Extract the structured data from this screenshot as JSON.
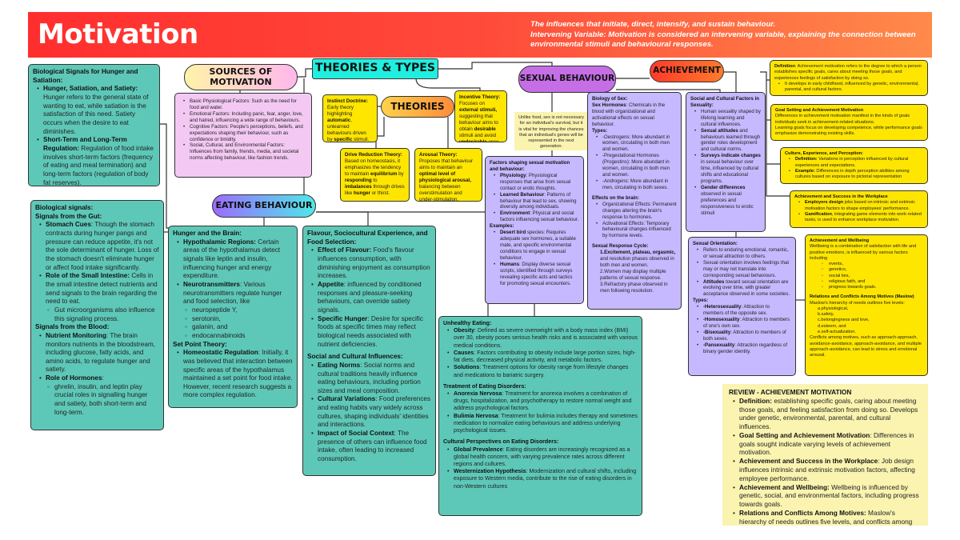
{
  "header": {
    "title": "Motivation",
    "line1": "The influences that initiate, direct, intensify, and sustain behaviour.",
    "line2": "Intervening Variable: Motivation is considered an intervening variable, explaining the connection between environmental stimuli and behavioural responses."
  },
  "pills": {
    "sources": "SOURCES OF MOTIVATION",
    "theories_types": "THEORIES & TYPES",
    "theories": "THEORIES",
    "eating": "EATING BEHAVIOUR",
    "sexual": "SEXUAL BEHAVIOUR",
    "achievement": "ACHIEVEMENT"
  },
  "boxes": {
    "bio_hunger": [
      {
        "k": "h",
        "t": "Biological Signals for Hunger and Satiation:"
      },
      {
        "k": "li",
        "b": "Hunger, Satiation, and Satiety:",
        "t": " Hunger refers to the general state of wanting to eat, while satiation is the satisfaction of this need. Satiety occurs when the desire to eat diminishes."
      },
      {
        "k": "li",
        "b": "Short-Term and Long-Term Regulation:",
        "t": " Regulation of food intake involves short-term factors (frequency of eating and meal termination) and long-term factors (regulation of body fat reserves)."
      }
    ],
    "bio_signals": [
      {
        "k": "h",
        "t": "Biological signals:"
      },
      {
        "k": "h",
        "t": "Signals from the Gut:"
      },
      {
        "k": "li",
        "b": "Stomach Cues",
        "t": ": Though the stomach contracts during hunger pangs and pressure can reduce appetite, it's not the sole determinant of hunger. Loss of the stomach doesn't eliminate hunger or affect food intake significantly."
      },
      {
        "k": "li",
        "b": "Role of the Small Intestine:",
        "t": " Cells in the small intestine detect nutrients and send signals to the brain regarding the need to eat."
      },
      {
        "k": "sub",
        "t": "Gut microorganisms also influence this signaling process."
      },
      {
        "k": "h",
        "t": "Signals from the Blood:"
      },
      {
        "k": "li",
        "b": "Nutrient Monitoring",
        "t": ": The brain monitors nutrients in the bloodstream, including glucose, fatty acids, and amino acids, to regulate hunger and satiety."
      },
      {
        "k": "li",
        "b": "Role of Hormones",
        "t": ":"
      },
      {
        "k": "sub",
        "t": "ghrelin, insulin, and leptin play crucial roles in signalling hunger and satiety, both short-term and long-term."
      }
    ],
    "sources": [
      {
        "k": "li",
        "t": "Basic Physiological Factors: Such as the need for food and water."
      },
      {
        "k": "li",
        "t": "Emotional Factors: Including panic, fear, anger, love, and hatred, influencing a wide range of behaviours."
      },
      {
        "k": "li",
        "t": "Cognitive Factors: People's perceptions, beliefs, and expectations shaping their behaviour, such as confidence or timidity."
      },
      {
        "k": "li",
        "t": "Social, Cultural, and Environmental Factors: Influences from family, friends, media, and societal norms affecting behaviour, like fashion trends."
      }
    ],
    "instinct": [
      {
        "k": "h",
        "t": "Instinct Doctrine:"
      },
      {
        "k": "p",
        "t": "Early theory highlighting "
      },
      {
        "k": "p",
        "b": "automatic",
        "t": ", unlearned behaviours driven by "
      },
      {
        "k": "p",
        "b": "specific",
        "t": " stimuli."
      }
    ],
    "incentive": [
      {
        "k": "h",
        "t": "Incentive Theory:"
      },
      {
        "k": "p",
        "t": "Focuses on "
      },
      {
        "k": "p",
        "b": "external stimuli,",
        "t": " suggesting that behaviour aims to obtain "
      },
      {
        "k": "p",
        "b": "desirable",
        "t": " stimuli and avoid "
      },
      {
        "k": "p",
        "b": "undesirable",
        "t": " ones."
      }
    ],
    "drive": [
      {
        "k": "h",
        "t": "Drive Reduction Theory:"
      },
      {
        "k": "p",
        "t": "Based on homeostasis, it emphasizes the tendency to maintain "
      },
      {
        "k": "p",
        "b": "equilibrium",
        "t": " by "
      },
      {
        "k": "p",
        "b": "responding",
        "t": " to "
      },
      {
        "k": "p",
        "b": "imbalances",
        "t": " through drives like "
      },
      {
        "k": "p",
        "b": "hunger",
        "t": " or thirst."
      }
    ],
    "arousal": [
      {
        "k": "h",
        "t": "Arousal Theory:"
      },
      {
        "k": "p",
        "t": "Proposes that behaviour aims to maintain an "
      },
      {
        "k": "p",
        "b": "optimal level of physiological arousal,",
        "t": " balancing between overstimulation and under-stimulation."
      }
    ],
    "note": [
      {
        "k": "p",
        "t": "Unlike food, sex is not necessary for an individual's survival, but it is vital for improving the chances that an individual's genes will be represented in the next generation."
      }
    ],
    "factors_sex": [
      {
        "k": "h",
        "t": "Factors shaping sexual motivation and behaviour:"
      },
      {
        "k": "li",
        "b": "Physiology",
        "t": ": Physiological responses that arise from sexual contact or erotic thoughts."
      },
      {
        "k": "li",
        "b": "Learned Behaviour",
        "t": ": Patterns of behaviour that lead to sex, showing diversity among individuals."
      },
      {
        "k": "li",
        "b": "Environment",
        "t": ": Physical and social factors influencing sexual behaviour."
      },
      {
        "k": "h",
        "t": "Examples:"
      },
      {
        "k": "li",
        "b": "Desert bird",
        "t": " species: Requires adequate sex hormones, a suitable mate, and specific environmental conditions to engage in sexual behaviour."
      },
      {
        "k": "li",
        "b": "Humans",
        "t": ": Display diverse sexual scripts, identified through surveys revealing specific acts and tactics for promoting sexual encounters."
      }
    ],
    "biology_sex": [
      {
        "k": "h",
        "t": "Biology of Sex:"
      },
      {
        "k": "p",
        "b": "Sex Hormones",
        "t": ": Chemicals in the blood with organizational and activational effects on sexual behaviour."
      },
      {
        "k": "h",
        "t": "Types:"
      },
      {
        "k": "li",
        "t": "-Oestrogens: More abundant in women, circulating in both men and women."
      },
      {
        "k": "li",
        "t": "-Pregestational Hormones (Progestins): More abundant in women, circulating in both men and women."
      },
      {
        "k": "li",
        "t": "-Androgens: More abundant in men, circulating in both sexes."
      },
      {
        "k": "gap"
      },
      {
        "k": "h",
        "t": "Effects on the brain:"
      },
      {
        "k": "li",
        "t": "Organizational Effects: Permanent changes altering the brain's response to hormones."
      },
      {
        "k": "li",
        "t": "Activational Effects: Temporary behavioural changes influenced by hormone levels."
      },
      {
        "k": "gap"
      },
      {
        "k": "h",
        "t": "Sexual Response Cycle:"
      },
      {
        "k": "ol",
        "b": "1.Excitement, plateau, orgasmic,",
        "t": " and resolution phases observed in both men and women."
      },
      {
        "k": "ol",
        "t": "2.Women may display multiple patterns of sexual response."
      },
      {
        "k": "ol",
        "t": "3.Refractory phase observed in men following resolution."
      }
    ],
    "social_sex": [
      {
        "k": "h",
        "t": "Social and Cultural Factors in Sexuality:"
      },
      {
        "k": "li",
        "t": "Human sexuality shaped by lifelong learning and cultural influences."
      },
      {
        "k": "li",
        "b": "Sexual attitudes",
        "t": " and behaviours learned through gender roles development and cultural norms."
      },
      {
        "k": "li",
        "b": "Surveys indicate changes",
        "t": " in sexual behaviour over time, influenced by cultural shifts and educational programs."
      },
      {
        "k": "li",
        "b": "Gender differences",
        "t": " observed in sexual preferences and responsiveness to erotic stimuli"
      }
    ],
    "orientation": [
      {
        "k": "h",
        "t": "Sexual Orientation:"
      },
      {
        "k": "li",
        "t": "Refers to enduring emotional, romantic, or sexual attraction to others."
      },
      {
        "k": "li",
        "t": "Sexual orientation involves feelings that may or may not translate into corresponding sexual behaviours."
      },
      {
        "k": "li",
        "b": "Attitudes",
        "t": " toward sexual orientation are evolving over time, with greater acceptance observed in some societies."
      },
      {
        "k": "h",
        "t": "Types:"
      },
      {
        "k": "li",
        "b": "-Heterosexuality",
        "t": ": Attraction to members of the opposite sex."
      },
      {
        "k": "li",
        "b": "-Homosexuality",
        "t": ": Attraction to members of one's own sex."
      },
      {
        "k": "li",
        "b": "-Bisexuality",
        "t": ": Attraction to members of both sexes."
      },
      {
        "k": "li",
        "b": "-Pansexuality",
        "t": ": Attraction regardless of binary gender identity."
      }
    ],
    "definition": [
      {
        "k": "p",
        "b": "Definition",
        "t": ": Achievement motivation refers to the degree to which a person establishes specific goals, cares about meeting those goals, and experiences feelings of satisfaction by doing so."
      },
      {
        "k": "li",
        "t": "It develops in early childhood, influenced by genetic, environmental, parental, and cultural factors."
      }
    ],
    "goal": [
      {
        "k": "h",
        "t": "Goal Setting and Achievement Motivation"
      },
      {
        "k": "p",
        "t": "Differences in achievement motivation manifest in the kinds of goals individuals seek in achievement-related situations."
      },
      {
        "k": "p",
        "t": "Learning goals focus on developing competence, while performance goals emphasize demonstrating existing skills."
      }
    ],
    "culture": [
      {
        "k": "h",
        "t": "Culture, Experience, and Perception:"
      },
      {
        "k": "li",
        "b": "Definition:",
        "t": " Variations in perception influenced by cultural experiences and expectations."
      },
      {
        "k": "li",
        "b": "Example:",
        "t": " Differences in depth perception abilities among cultures based on exposure to pictorial representation"
      }
    ],
    "workplace": [
      {
        "k": "h",
        "t": "Achievement and Success in the Workplace"
      },
      {
        "k": "li",
        "b": "Employers design",
        "t": " jobs based on intrinsic and extrinsic motivation factors to shape employees' performance."
      },
      {
        "k": "li",
        "b": "Gamification",
        "t": ", integrating game elements into work-related tasks, is used to enhance workplace motivation."
      }
    ],
    "wellbeing": [
      {
        "k": "h",
        "t": "Achievement and Wellbeing"
      },
      {
        "k": "p",
        "t": "Wellbeing is a combination of satisfaction with life and positive emotions, is influenced by various factors including"
      },
      {
        "k": "sub",
        "t": "events,"
      },
      {
        "k": "sub",
        "t": "genetics,"
      },
      {
        "k": "sub",
        "t": "social ties,"
      },
      {
        "k": "sub",
        "t": "religious faith, and"
      },
      {
        "k": "sub",
        "t": "progress towards goals."
      },
      {
        "k": "gap"
      },
      {
        "k": "h",
        "t": "Relations and Conflicts Among Motives (Maslow)"
      },
      {
        "k": "p",
        "t": "Maslow's hierarchy of needs outlines five levels:"
      },
      {
        "k": "ol",
        "t": "a.physiological,"
      },
      {
        "k": "ol",
        "t": "b.safety,"
      },
      {
        "k": "ol",
        "t": "c.belongingness and love,"
      },
      {
        "k": "ol",
        "t": "d.esteem, and"
      },
      {
        "k": "ol",
        "t": "e.self-actualization."
      },
      {
        "k": "p",
        "t": "Conflicts among motives, such as approach-approach, avoidance-avoidance, approach-avoidance, and multiple approach-avoidance, can lead to stress and emotional arousal."
      }
    ],
    "brain": [
      {
        "k": "h",
        "t": "Hunger and the Brain:"
      },
      {
        "k": "li",
        "b": "Hypothalamic Regions:",
        "t": " Certain areas of the hypothalamus detect signals like leptin and insulin, influencing hunger and energy expenditure."
      },
      {
        "k": "li",
        "b": "Neurotransmitters",
        "t": ": Various neurotransmitters regulate hunger and food selection, like"
      },
      {
        "k": "sub",
        "t": "neuropeptide Y,"
      },
      {
        "k": "sub",
        "t": "serotonin,"
      },
      {
        "k": "sub",
        "t": "galanin, and"
      },
      {
        "k": "sub",
        "t": "endocannabinoids"
      },
      {
        "k": "h",
        "t": "Set Point Theory:"
      },
      {
        "k": "li",
        "b": "Homeostatic Regulation",
        "t": ": Initially, it was believed that interaction between specific areas of the hypothalamus maintained a set point for food intake. However, recent research suggests a more complex regulation."
      }
    ],
    "flavour": [
      {
        "k": "h",
        "t": "Flavour, Sociocultural Experience, and Food Selection:"
      },
      {
        "k": "li",
        "b": "Effect of Flavour:",
        "t": " Food's flavour influences consumption, with diminishing enjoyment as consumption increases."
      },
      {
        "k": "li",
        "b": "Appetite",
        "t": ": influenced by conditioned responses and pleasure-seeking behaviours, can override satiety signals."
      },
      {
        "k": "li",
        "b": "Specific Hunger",
        "t": ": Desire for specific foods at specific times may reflect biological needs associated with nutrient deficiencies."
      },
      {
        "k": "gap"
      },
      {
        "k": "h",
        "t": "Social and Cultural Influences:"
      },
      {
        "k": "li",
        "b": "Eating Norms",
        "t": ": Social norms and cultural traditions heavily influence eating behaviours, including portion sizes and meal composition."
      },
      {
        "k": "li",
        "b": "Cultural Variations",
        "t": ": Food preferences and eating habits vary widely across cultures, shaping individuals' identities and interactions."
      },
      {
        "k": "li",
        "b": "Impact of Social Context",
        "t": ": The presence of others can influence food intake, often leading to increased consumption."
      }
    ],
    "unhealthy": [
      {
        "k": "h",
        "t": "Unhealthy Eating:"
      },
      {
        "k": "li",
        "b": "Obesity",
        "t": ": Defined as severe overweight with a body mass index (BMI) over 30, obesity poses serious health risks and is associated with various medical conditions."
      },
      {
        "k": "li",
        "b": "Causes",
        "t": ": Factors contributing to obesity include large portion sizes, high-fat diets, decreased physical activity, and metabolic factors."
      },
      {
        "k": "li",
        "b": "Solutions",
        "t": ": Treatment options for obesity range from lifestyle changes and medications to bariatric surgery."
      },
      {
        "k": "gap"
      },
      {
        "k": "h",
        "t": "Treatment of Eating Disorders:"
      },
      {
        "k": "li",
        "b": "Anorexia Nervosa",
        "t": ": Treatment for anorexia involves a combination of drugs, hospitalization, and psychotherapy to restore normal weight and address psychological factors."
      },
      {
        "k": "li",
        "b": "Bulimia Nervosa",
        "t": ": Treatment for bulimia includes therapy and sometimes medication to normalize eating behaviours and address underlying psychological issues."
      },
      {
        "k": "gap"
      },
      {
        "k": "h",
        "t": "Cultural Perspectives on Eating Disorders:"
      },
      {
        "k": "li",
        "b": "Global Prevalence",
        "t": ": Eating disorders are increasingly recognized as a global health concern, with varying prevalence rates across different regions and cultures."
      },
      {
        "k": "li",
        "b": "Westernization Hypothesis",
        "t": ": Modernization and cultural shifts, including exposure to Western media, contribute to the rise of eating disorders in non-Western cultures"
      }
    ],
    "review": [
      {
        "k": "h",
        "t": "REVIEW - ACHIEVEMENT MOTIVATION"
      },
      {
        "k": "li",
        "b": "Definition:",
        "t": " establishing specific goals, caring about meeting those goals, and feeling satisfaction from doing so. Develops under genetic, environmental, parental, and cultural influences."
      },
      {
        "k": "li",
        "b": "Goal Setting and Achievement Motivation",
        "t": ": Differences in goals sought indicate varying levels of achievement motivation."
      },
      {
        "k": "li",
        "b": "Achievement and Success in the Workplace",
        "t": ": Job design influences intrinsic and extrinsic motivation factors, affecting employee performance."
      },
      {
        "k": "li",
        "b": "Achievement and Wellbeing:",
        "t": " Wellbeing is influenced by genetic, social, and environmental factors, including progress towards goals."
      },
      {
        "k": "li",
        "b": "Relations and Conflicts Among Motives:",
        "t": " Maslow's hierarchy of needs outlines five levels, and conflicts among motives can lead to stress and emotional responses."
      }
    ]
  },
  "colors": {
    "teal": "#5ec8b8",
    "lavender": "#c6b9ff",
    "yellow": "#ffe600",
    "header_start": "#ff2e2e",
    "header_end": "#ff8a4a"
  }
}
